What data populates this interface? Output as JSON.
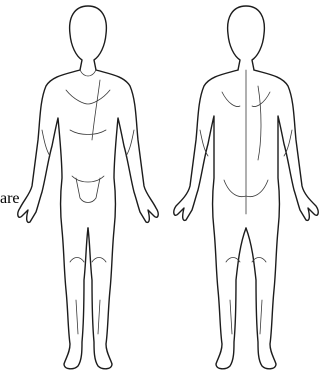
{
  "diagram": {
    "figures": [
      {
        "view": "front"
      },
      {
        "view": "back"
      }
    ]
  },
  "stray_text": "are",
  "colors": {
    "line": "#1c1c1c",
    "background": "#ffffff"
  }
}
